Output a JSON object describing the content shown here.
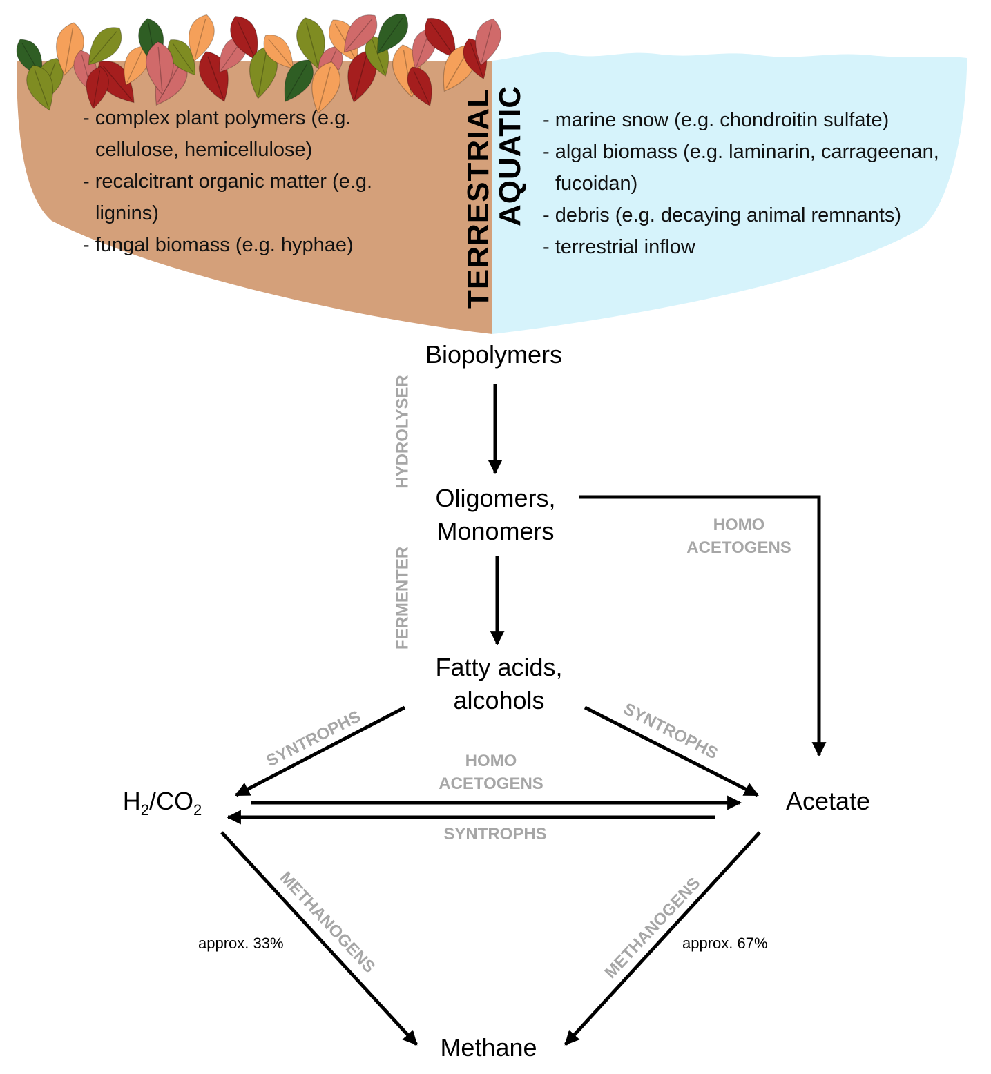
{
  "panels": {
    "terrestrial": {
      "label": "TERRESTRIAL",
      "items": [
        "- complex plant polymers (e.g. cellulose, hemicellulose)",
        "- recalcitrant organic matter (e.g. lignins)",
        "- fungal biomass (e.g. hyphae)"
      ]
    },
    "aquatic": {
      "label": "AQUATIC",
      "items": [
        "- marine snow (e.g. chondroitin sulfate)",
        "- algal biomass (e.g. laminarin, carrageenan, fucoidan)",
        "- debris (e.g. decaying animal remnants)",
        "- terrestrial inflow"
      ]
    }
  },
  "nodes": {
    "biopolymers": "Biopolymers",
    "oligomers": [
      "Oligomers,",
      "Monomers"
    ],
    "fatty_acids": [
      "Fatty acids,",
      "alcohols"
    ],
    "h2": "H",
    "h2_sub": "2",
    "co2": "/CO",
    "co2_sub": "2",
    "acetate": "Acetate",
    "methane": "Methane"
  },
  "organisms": {
    "hydrolyser": "HYDROLYSER",
    "fermenter": "FERMENTER",
    "homoacetogens_top": [
      "HOMO",
      "ACETOGENS"
    ],
    "homoacetogens_mid": [
      "HOMO",
      "ACETOGENS"
    ],
    "syntrophs_left": "SYNTROPHS",
    "syntrophs_right": "SYNTROPHS",
    "syntrophs_bottom": "SYNTROPHS",
    "methanogens_left": "METHANOGENS",
    "methanogens_right": "METHANOGENS"
  },
  "fractions": {
    "left": "approx. 33%",
    "right": "approx. 67%"
  },
  "colors": {
    "soil": "#d4a07a",
    "water": "#d6f3fb",
    "organism_label": "#a6a6a6",
    "arrow": "#000000",
    "leaves": [
      "#2f5e24",
      "#7f8c22",
      "#d06a6a",
      "#f5a05a",
      "#a51e1e"
    ]
  }
}
